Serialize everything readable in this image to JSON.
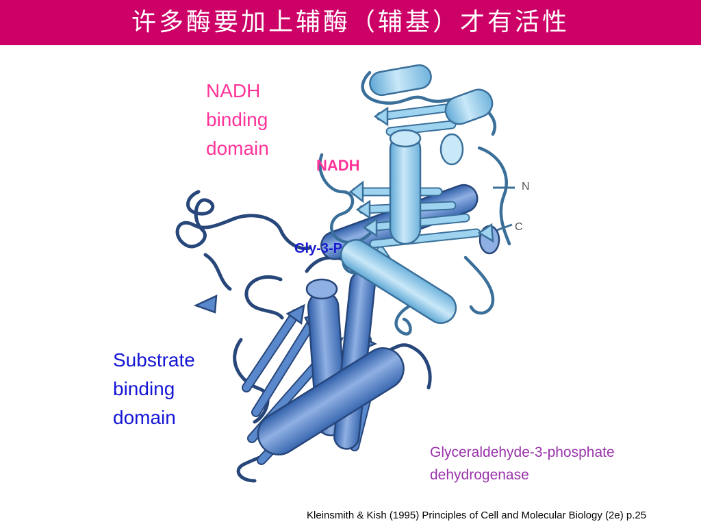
{
  "slide": {
    "title": "许多酶要加上辅酶（辅基）才有活性",
    "background_color": "#ffffff",
    "accent_color": "#cc0066"
  },
  "labels": {
    "nadh_domain": [
      "NADH",
      "binding",
      "domain"
    ],
    "nadh": "NADH",
    "gly3p": "Gly-3-P",
    "substrate_domain": [
      "Substrate",
      "binding",
      "domain"
    ],
    "n_terminus": "N",
    "c_terminus": "C",
    "enzyme_name": [
      "Glyceraldehyde-3-phosphate",
      "dehydrogenase"
    ],
    "citation": "Kleinsmith & Kish (1995) Principles of Cell and Molecular Biology (2e) p.25"
  },
  "colors": {
    "nadh_domain_label": "#ff3399",
    "substrate_domain_label": "#1515d4",
    "nadh_domain_fill": "#8fcbea",
    "substrate_domain_fill": "#4d7cc4",
    "enzyme_label": "#9933aa"
  }
}
